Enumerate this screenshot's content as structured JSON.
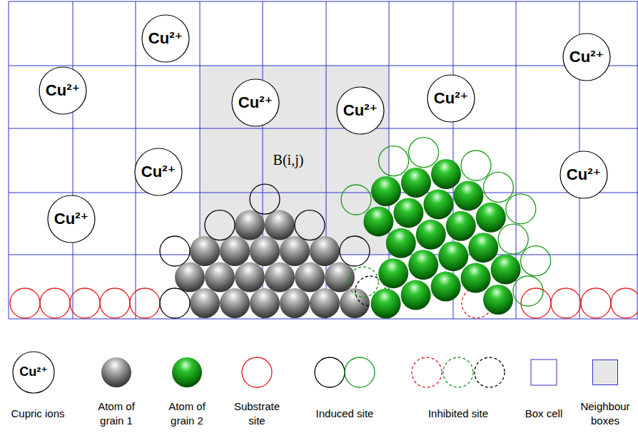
{
  "diagram": {
    "nodes": [
      {
        "text": [
          "Cu²⁺"
        ]
      },
      {
        "text": [
          "Cu²⁺"
        ]
      },
      {
        "text": [
          "Cu²⁺"
        ]
      },
      {
        "text": [
          "Cu²⁺"
        ]
      },
      {
        "text": [
          "Cu²⁺"
        ]
      },
      {
        "text": [
          "Cu²⁺"
        ]
      },
      {
        "text": [
          "Cu²⁺"
        ]
      },
      {
        "text": [
          "Cu²⁺"
        ]
      },
      {
        "text": [
          "Cu²⁺"
        ]
      },
      {
        "text": [
          "Cu²⁺"
        ]
      }
    ],
    "labels": [
      "B(i,j)"
    ],
    "legend": [
      {
        "text": "Cupric ions"
      },
      {
        "text": "Atom of grain 1"
      },
      {
        "text": "Atom of grain 2"
      },
      {
        "text": "Substrate site"
      },
      {
        "text": "Induced site"
      },
      {
        "text": "Inhibited site"
      },
      {
        "text": "Box cell"
      },
      {
        "text": "Neighbour boxes",
        "color": "#e6e6e6"
      }
    ]
  }
}
